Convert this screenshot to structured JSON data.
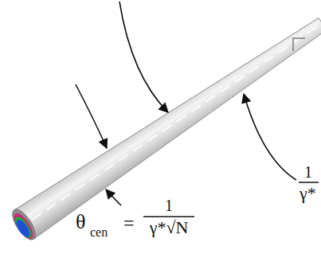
{
  "diagram": {
    "labels": [
      "θ",
      "cen",
      "=",
      "1",
      "γ*√N",
      "1",
      "γ*"
    ]
  }
}
